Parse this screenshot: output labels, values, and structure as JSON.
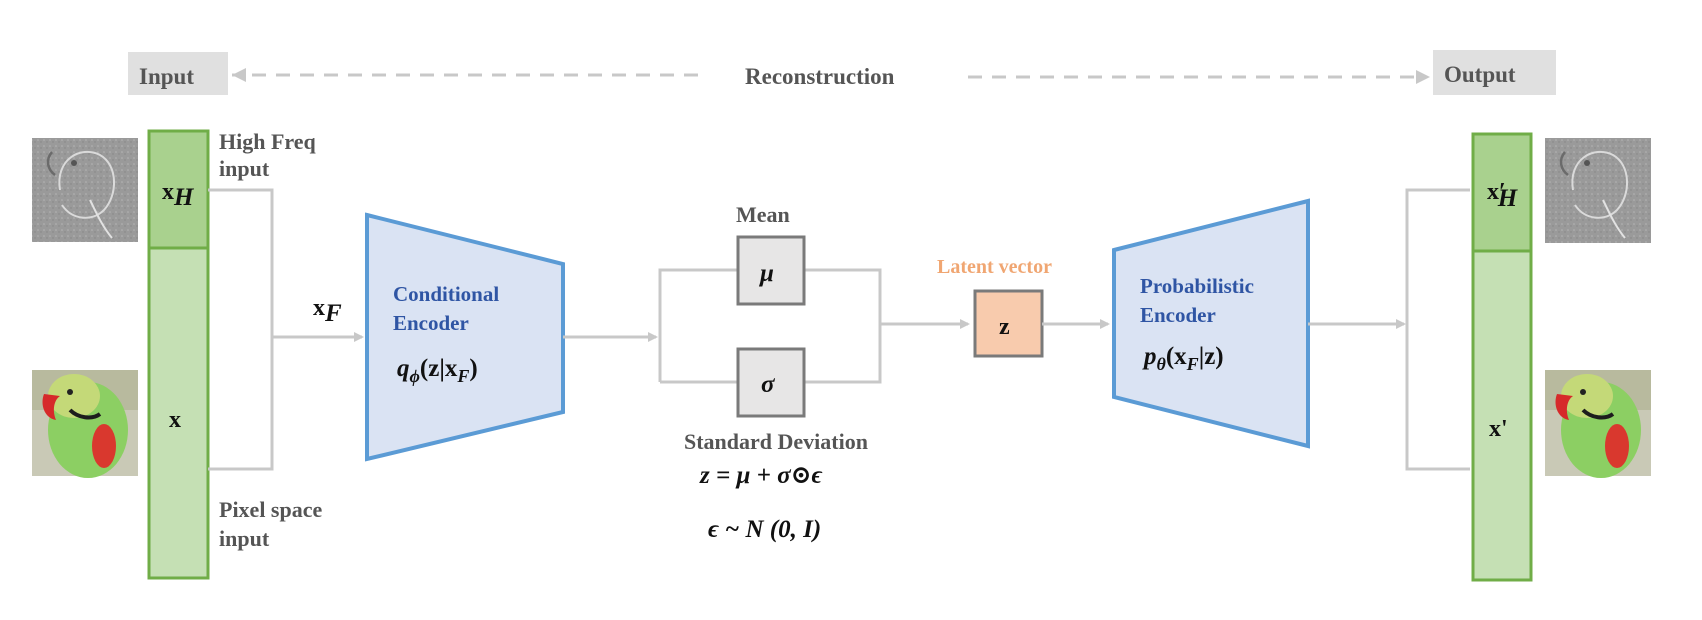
{
  "top": {
    "input_tag": "Input",
    "output_tag": "Output",
    "reconstruction_label": "Reconstruction"
  },
  "input_column": {
    "top_cell": "x_H",
    "bottom_cell": "x",
    "high_freq_label_line1": "High Freq",
    "high_freq_label_line2": "input",
    "pixel_label_line1": "Pixel space",
    "pixel_label_line2": "input",
    "fused_label": "x_F"
  },
  "encoder": {
    "title_line1": "Conditional",
    "title_line2": "Encoder",
    "formula": "q_ϕ(z|x_F)"
  },
  "stats": {
    "mean_label": "Mean",
    "mean_symbol": "μ",
    "std_label": "Standard Deviation",
    "std_symbol": "σ",
    "reparam_formula": "z = μ + σ⊙ϵ",
    "noise_formula": "ϵ ~ N (0, I)"
  },
  "latent": {
    "label": "Latent vector",
    "symbol": "z"
  },
  "decoder": {
    "title_line1": "Probabilistic",
    "title_line2": "Encoder",
    "formula": "p_θ(x_F|z)"
  },
  "output_column": {
    "top_cell": "x'_H",
    "bottom_cell": "x'"
  },
  "colors": {
    "green_dark": "#a9d18e",
    "green_light": "#c5e0b4",
    "green_border": "#70ad47",
    "blue_fill": "#dae3f3",
    "blue_border": "#5b9bd5",
    "orange_fill": "#f8cbad",
    "gray_box": "#e7e6e6",
    "wire": "#c8c8c8"
  },
  "images": [
    "high-frequency-parrot",
    "color-parrot"
  ]
}
